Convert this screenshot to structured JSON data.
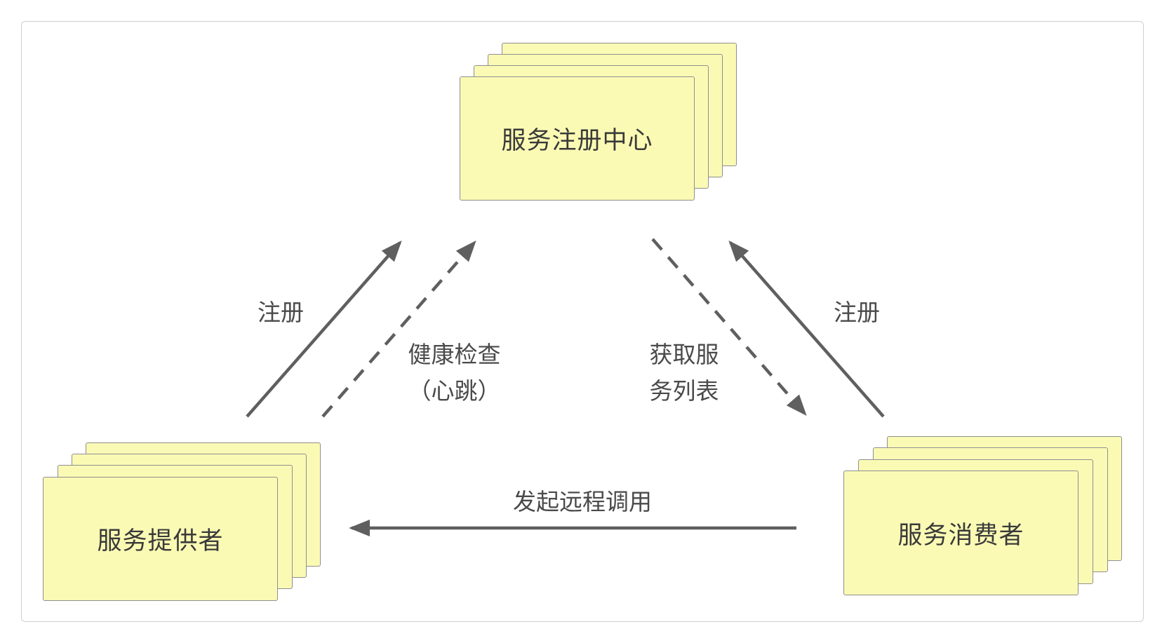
{
  "diagram": {
    "nodes": {
      "registry": {
        "label": "服务注册中心"
      },
      "provider": {
        "label": "服务提供者"
      },
      "consumer": {
        "label": "服务消费者"
      }
    },
    "edges": {
      "provider_register": {
        "label": "注册"
      },
      "provider_health": {
        "label": "健康检查\n（心跳）"
      },
      "consumer_fetch": {
        "label": "获取服\n务列表"
      },
      "consumer_register": {
        "label": "注册"
      },
      "remote_call": {
        "label": "发起远程调用"
      }
    }
  },
  "colors": {
    "card_fill": "#fafab5",
    "card_border": "#8f8f8f",
    "arrow": "#5f5f5f",
    "text": "#3a3a3a"
  }
}
